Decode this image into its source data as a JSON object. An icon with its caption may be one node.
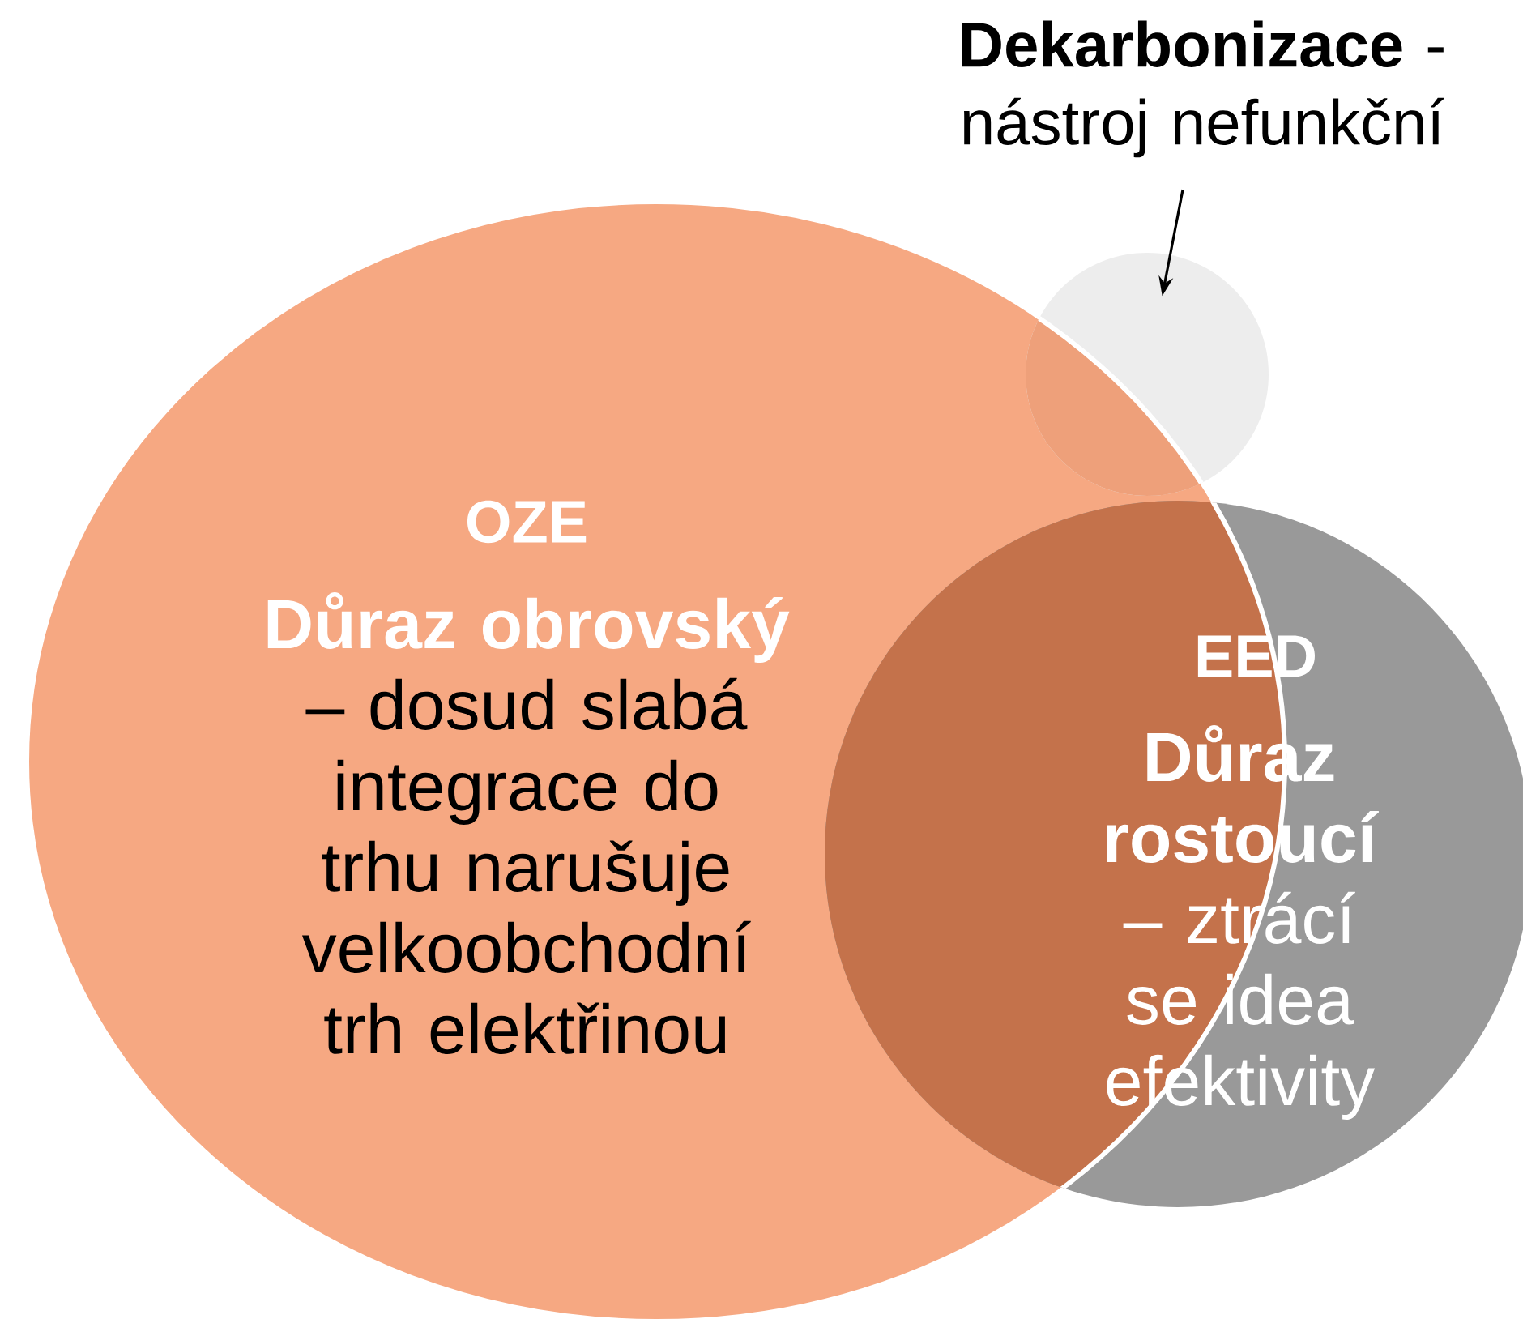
{
  "diagram": {
    "nodes": [
      {
        "text": [
          "**Dekarbonizace** - nástroj nefunkční"
        ]
      },
      {
        "text": [],
        "shape": "circle"
      },
      {
        "text": [
          "OZE",
          "**Důraz obrovský** – dosud slabá integrace do trhu narušuje velkoobchodní trh elektřinou"
        ]
      },
      {
        "text": [
          "EED",
          "**Důraz rostoucí** – ztrácí se idea efektivity"
        ]
      }
    ],
    "edges": [
      {
        "from": 0,
        "to": 1,
        "arrow": "to"
      }
    ]
  }
}
